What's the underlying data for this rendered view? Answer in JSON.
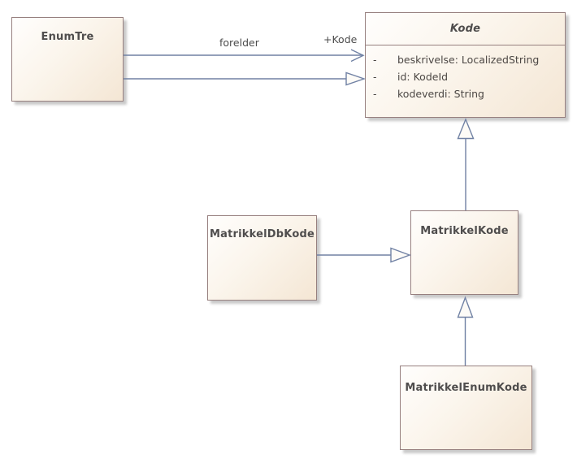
{
  "colors": {
    "background": "#ffffff",
    "box_border": "#97807f",
    "box_fill_light": "#fffefd",
    "box_fill_dark": "#f4e6d4",
    "connector_line": "#7081a4",
    "arrowhead_fill": "#fdfbf7",
    "text": "#4f4d4d",
    "shadow": "#c9c9c9"
  },
  "classes": [
    {
      "name": "EnumTre",
      "abstract": false,
      "attributes": []
    },
    {
      "name": "Kode",
      "abstract": true,
      "attributes": [
        {
          "visibility": "-",
          "text": "beskrivelse: LocalizedString"
        },
        {
          "visibility": "-",
          "text": "id: KodeId"
        },
        {
          "visibility": "-",
          "text": "kodeverdi: String"
        }
      ]
    },
    {
      "name": "MatrikkelDbKode",
      "abstract": false,
      "attributes": []
    },
    {
      "name": "MatrikkelKode",
      "abstract": false,
      "attributes": []
    },
    {
      "name": "MatrikkelEnumKode",
      "abstract": false,
      "attributes": []
    }
  ],
  "relationships": [
    {
      "type": "association",
      "source": "EnumTre",
      "target": "Kode",
      "name": "forelder",
      "target_role": "+Kode",
      "arrow": "open"
    },
    {
      "type": "generalization",
      "source": "EnumTre",
      "target": "Kode"
    },
    {
      "type": "generalization",
      "source": "MatrikkelKode",
      "target": "Kode"
    },
    {
      "type": "generalization",
      "source": "MatrikkelDbKode",
      "target": "MatrikkelKode"
    },
    {
      "type": "generalization",
      "source": "MatrikkelEnumKode",
      "target": "MatrikkelKode"
    }
  ]
}
